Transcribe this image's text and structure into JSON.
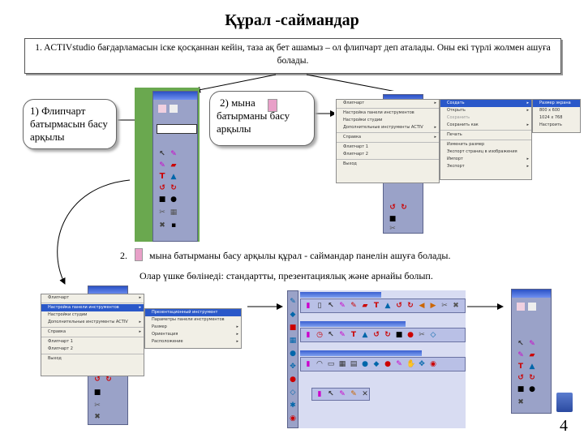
{
  "title": "Құрал -саймандар",
  "note1": "1. ACTIVstudio бағдарламасын іске қосқаннан кейін, таза ақ бет ашамыз – ол флипчарт деп аталады. Оны екі түрлі жолмен ашуға болады.",
  "callout1": "1) Флипчарт батырмасын басу арқылы",
  "callout2": "2) мына батырманы басу арқылы",
  "step2_number": "2.",
  "step2_text": "мына батырманы басу арқылы құрал - саймандар панелін ашуға болады.",
  "step2_text2": "Олар үшке бөлінеді: стандартты, презентациялық және арнайы болып.",
  "page_number": "4",
  "colors": {
    "toolbar_bg": "#9aa2c8",
    "title_bar": "#2b52c6",
    "menu_bg": "#f1efe6",
    "menu_selected": "#2a58c9",
    "desktop_green": "#6aa84f"
  },
  "menu_top": {
    "items": [
      "Флипчарт",
      "Настройка панели инструментов",
      "Настройки студии",
      "Дополнительные инструменты ACTIV",
      "Справка",
      "Флипчарт 1",
      "Флипчарт 2",
      "Выход"
    ],
    "sub1": [
      "Создать",
      "Открыть",
      "Сохранить",
      "Сохранить как",
      "Печать",
      "Изменить размер",
      "Экспорт страниц в изображения",
      "Импорт",
      "Экспорт"
    ],
    "sub2": [
      "Размер экрана",
      "800 x 600",
      "1024 x 768",
      "Настроить"
    ]
  },
  "menu_bottom": {
    "items": [
      "Флипчарт",
      "Настройка панели инструментов",
      "Настройки студии",
      "Дополнительные инструменты ACTIV",
      "Справка",
      "Флипчарт 1",
      "Флипчарт 2",
      "Выход"
    ],
    "sub1": [
      "Презентационный инструмент",
      "Параметры панели инструментов",
      "Размер",
      "Ориентация",
      "Расположение"
    ]
  }
}
